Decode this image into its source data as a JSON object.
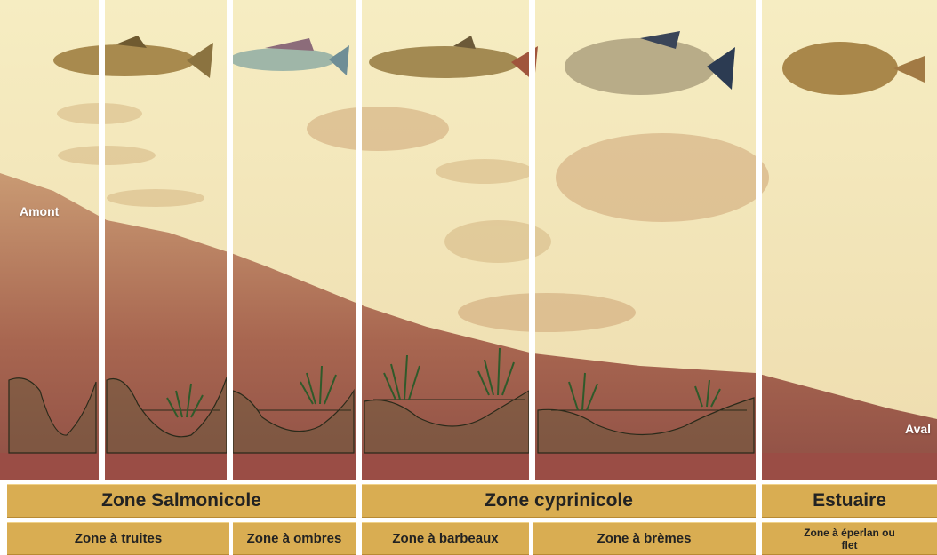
{
  "labels": {
    "upstream": "Amont",
    "downstream": "Aval"
  },
  "major_zones": [
    {
      "label": "Zone Salmonicole"
    },
    {
      "label": "Zone cyprinicole"
    },
    {
      "label": "Estuaire"
    }
  ],
  "sub_zones": [
    {
      "label": "Zone à truites"
    },
    {
      "label": "Zone à ombres"
    },
    {
      "label": "Zone à barbeaux"
    },
    {
      "label": "Zone à brèmes"
    },
    {
      "label": "Zone à éperlan ou flet"
    }
  ],
  "colors": {
    "sky_top": "#f6edc2",
    "sky_bottom": "#eedcae",
    "riverbed": "#9c5f4a",
    "band": "#d9ad52",
    "divider": "#ffffff"
  }
}
